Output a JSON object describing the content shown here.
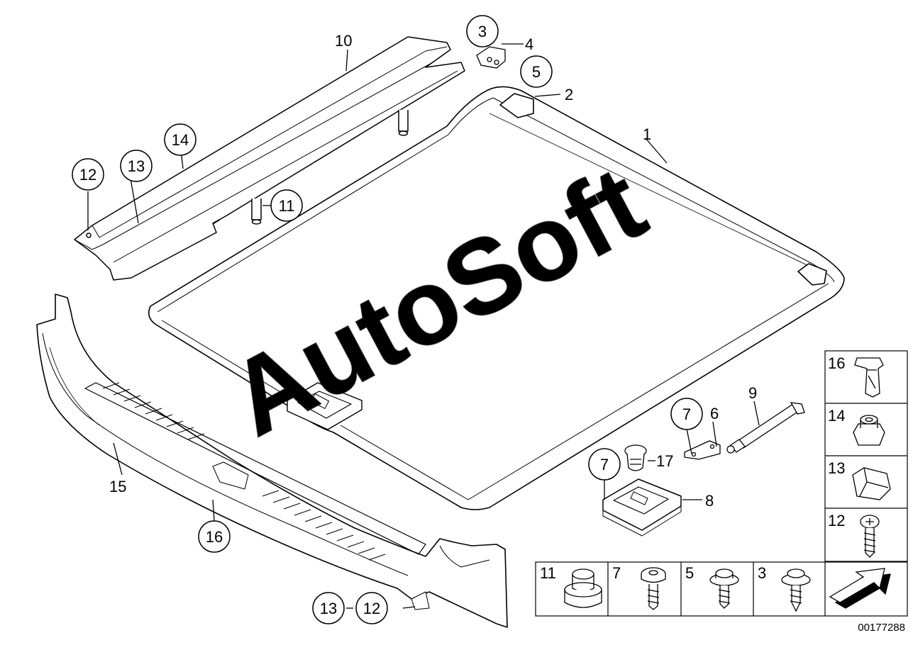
{
  "diagram": {
    "watermark": "AutoSoft",
    "drawing_number": "00177288",
    "callouts": {
      "c1": "1",
      "c2": "2",
      "c3": "3",
      "c4": "4",
      "c5": "5",
      "c6": "6",
      "c7a": "7",
      "c7b": "7",
      "c8": "8",
      "c9": "9",
      "c10": "10",
      "c11": "11",
      "c12a": "12",
      "c12b": "12",
      "c13a": "13",
      "c13b": "13",
      "c14": "14",
      "c15": "15",
      "c16": "16",
      "c17": "17"
    },
    "side_legend": [
      {
        "number": "16",
        "part": "clip-icon"
      },
      {
        "number": "14",
        "part": "nut-icon"
      },
      {
        "number": "13",
        "part": "clip-nut-icon"
      },
      {
        "number": "12",
        "part": "screw-icon"
      }
    ],
    "bottom_legend": [
      {
        "number": "11",
        "part": "rubber-buffer-icon"
      },
      {
        "number": "7",
        "part": "torx-screw-icon"
      },
      {
        "number": "5",
        "part": "flange-screw-icon"
      },
      {
        "number": "3",
        "part": "self-tapping-screw-icon"
      }
    ]
  }
}
